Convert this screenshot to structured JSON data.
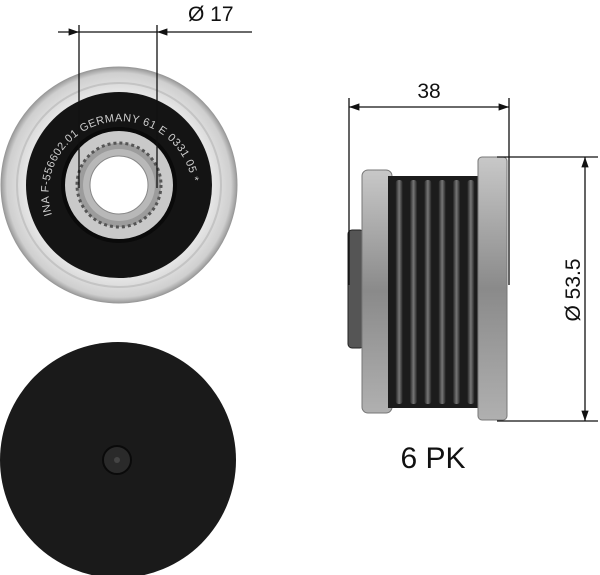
{
  "dimensions": {
    "bore_diameter": "Ø 17",
    "width": "38",
    "outer_diameter": "Ø 53.5"
  },
  "profile_label": "6 PK",
  "part_marking": "INA F-556602.01 GERMANY 61 E 0331 05 *",
  "colors": {
    "line": "#111111",
    "rubber": "#141414",
    "metal": "#b5b5b5",
    "cap": "#1a1a1a"
  }
}
